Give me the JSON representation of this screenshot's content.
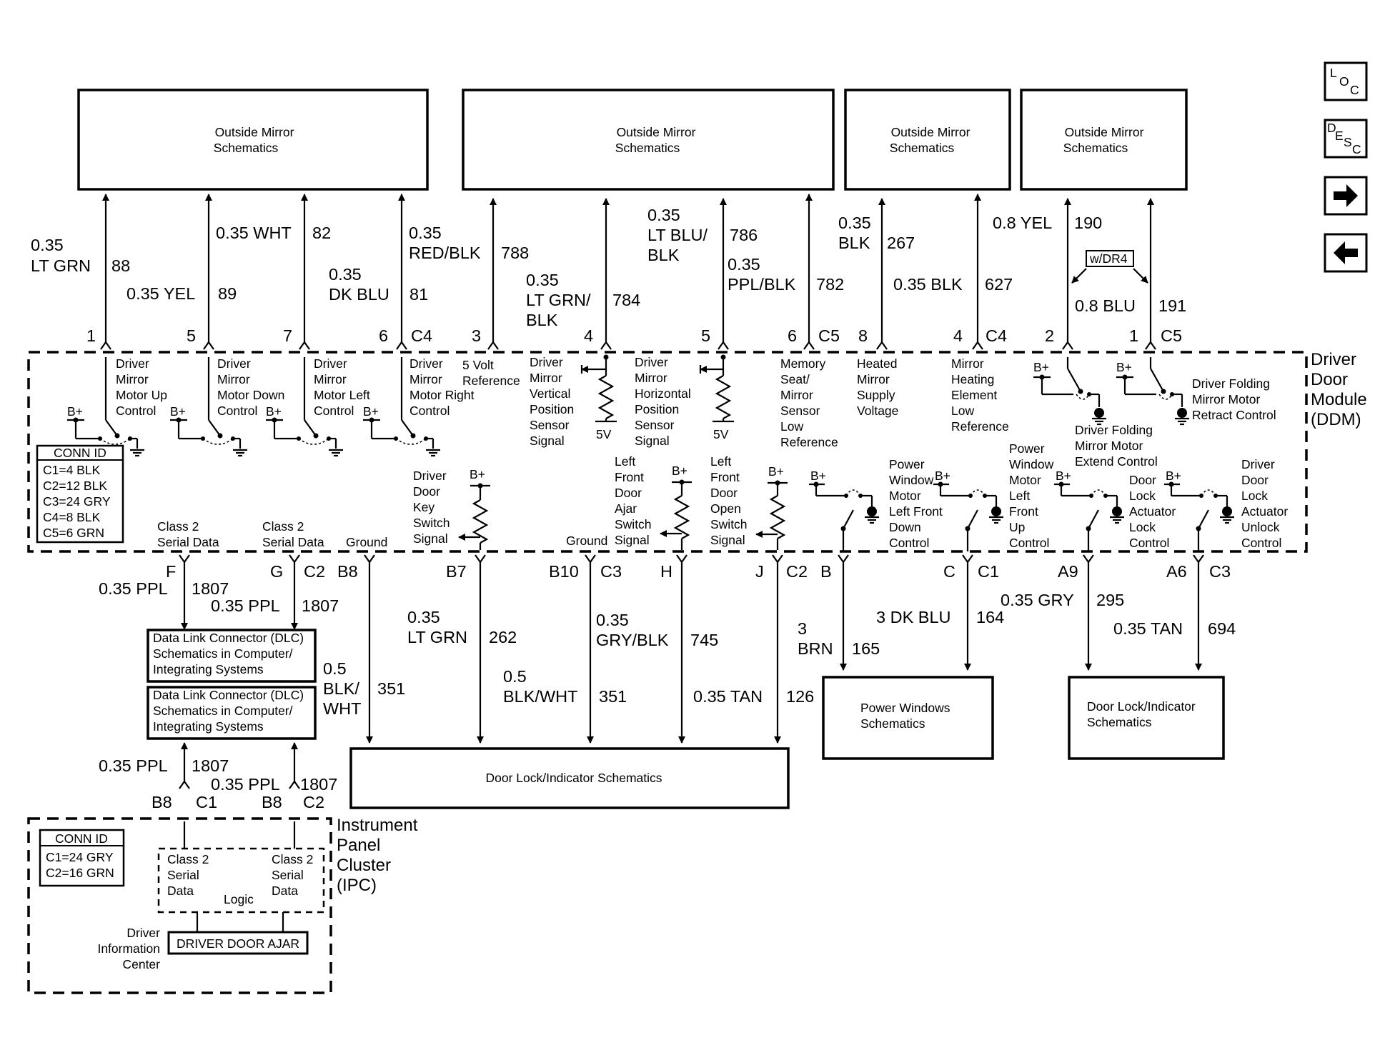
{
  "modules": {
    "ddm": [
      "Driver",
      "Door",
      "Module",
      "(DDM)"
    ],
    "ipc": [
      "Instrument",
      "Panel",
      "Cluster",
      "(IPC)"
    ]
  },
  "destinations": {
    "mirror": [
      "Outside Mirror",
      "Schematics"
    ],
    "dlc": [
      "Data Link Connector (DLC)",
      "Schematics in Computer/",
      "Integrating Systems"
    ],
    "door_lock_main": "Door Lock/Indicator Schematics",
    "power_windows": [
      "Power Windows",
      "Schematics"
    ],
    "door_lock_right": [
      "Door Lock/Indicator",
      "Schematics"
    ]
  },
  "nav": {
    "loc": [
      "L",
      "O",
      "C"
    ],
    "desc": [
      "D",
      "E",
      "S",
      "C"
    ]
  },
  "ddm_conn_id": {
    "title": "CONN ID",
    "rows": [
      "C1=4 BLK",
      "C2=12 BLK",
      "C3=24 GRY",
      "C4=8 BLK",
      "C5=6 GRN"
    ]
  },
  "ipc_conn_id": {
    "title": "CONN ID",
    "rows": [
      "C1=24 GRY",
      "C2=16 GRN"
    ]
  },
  "common": {
    "bplus": "B+",
    "ground": "Ground",
    "five_v": "5V",
    "wdr4": "w/DR4"
  },
  "top_pins": [
    {
      "num": "1",
      "color_size": [
        "0.35",
        "LT GRN"
      ],
      "circuit": "88",
      "function": [
        "Driver",
        "Mirror",
        "Motor Up",
        "Control"
      ]
    },
    {
      "num": "5",
      "color_size": [
        "0.35 YEL"
      ],
      "circuit": "89",
      "function": [
        "Driver",
        "Mirror",
        "Motor Down",
        "Control"
      ]
    },
    {
      "num": "7",
      "color_size": [
        "0.35 WHT"
      ],
      "circuit": "82",
      "function": [
        "Driver",
        "Mirror",
        "Motor Left",
        "Control"
      ]
    },
    {
      "num": "6",
      "conn": "C4",
      "color_size": [
        "0.35",
        "DK BLU"
      ],
      "circuit": "81",
      "function": [
        "Driver",
        "Mirror",
        "Motor Right",
        "Control"
      ]
    },
    {
      "num": "3",
      "color_size": [
        "0.35",
        "RED/BLK"
      ],
      "circuit": "788",
      "function": [
        "5 Volt",
        "Reference"
      ]
    },
    {
      "num": "4",
      "color_size": [
        "0.35",
        "LT GRN/",
        "BLK"
      ],
      "circuit": "784",
      "function": [
        "Driver",
        "Mirror",
        "Vertical",
        "Position",
        "Sensor",
        "Signal"
      ]
    },
    {
      "num": "5",
      "color_size": [
        "0.35",
        "LT BLU/",
        "BLK"
      ],
      "circuit": "786",
      "function": [
        "Driver",
        "Mirror",
        "Horizontal",
        "Position",
        "Sensor",
        "Signal"
      ]
    },
    {
      "num": "6",
      "conn": "C5",
      "color_size": [
        "0.35",
        "PPL/BLK"
      ],
      "circuit": "782",
      "function": [
        "Memory",
        "Seat/",
        "Mirror",
        "Sensor",
        "Low",
        "Reference"
      ]
    },
    {
      "num": "8",
      "color_size": [
        "0.35",
        "BLK"
      ],
      "circuit": "267",
      "function": [
        "Heated",
        "Mirror",
        "Supply",
        "Voltage"
      ]
    },
    {
      "num": "4",
      "conn": "C4",
      "color_size": [
        "0.35 BLK"
      ],
      "circuit": "627",
      "function": [
        "Mirror",
        "Heating",
        "Element",
        "Low",
        "Reference"
      ]
    },
    {
      "num": "2",
      "color_size": [
        "0.8 YEL"
      ],
      "circuit": "190",
      "function": [
        "Driver Folding",
        "Mirror Motor",
        "Extend Control"
      ]
    },
    {
      "num": "1",
      "conn": "C5",
      "color_size": [
        "0.8 BLU"
      ],
      "circuit": "191",
      "function": [
        "Driver Folding",
        "Mirror Motor",
        "Retract Control"
      ]
    }
  ],
  "bottom_pins": [
    {
      "num": "F",
      "color_size": [
        "0.35 PPL"
      ],
      "circuit": "1807",
      "function": [
        "Class 2",
        "Serial Data"
      ]
    },
    {
      "num": "G",
      "conn": "C2",
      "color_size": [
        "0.35 PPL"
      ],
      "circuit": "1807",
      "function": [
        "Class 2",
        "Serial Data"
      ]
    },
    {
      "num": "B8",
      "color_size": [
        "0.5",
        "BLK/",
        "WHT"
      ],
      "circuit": "351",
      "function": [
        "Ground"
      ]
    },
    {
      "num": "B7",
      "color_size": [
        "0.35",
        "LT GRN"
      ],
      "circuit": "262",
      "function": [
        "Driver",
        "Door",
        "Key",
        "Switch",
        "Signal"
      ]
    },
    {
      "num": "B10",
      "conn": "C3",
      "color_size": [
        "0.5",
        "BLK/WHT"
      ],
      "circuit": "351",
      "function": [
        "Ground"
      ]
    },
    {
      "num": "H",
      "color_size": [
        "0.35",
        "GRY/BLK"
      ],
      "circuit": "745",
      "function": [
        "Left",
        "Front",
        "Door",
        "Ajar",
        "Switch",
        "Signal"
      ]
    },
    {
      "num": "J",
      "conn": "C2",
      "color_size": [
        "0.35 TAN"
      ],
      "circuit": "126",
      "function": [
        "Left",
        "Front",
        "Door",
        "Open",
        "Switch",
        "Signal"
      ]
    },
    {
      "num": "B",
      "color_size": [
        "3",
        "BRN"
      ],
      "circuit": "165",
      "function": [
        "Power",
        "Window",
        "Motor",
        "Left Front",
        "Down",
        "Control"
      ]
    },
    {
      "num": "C",
      "conn": "C1",
      "color_size": [
        "3 DK BLU"
      ],
      "circuit": "164",
      "function": [
        "Power",
        "Window",
        "Motor",
        "Left",
        "Front",
        "Up",
        "Control"
      ]
    },
    {
      "num": "A9",
      "color_size": [
        "0.35 GRY"
      ],
      "circuit": "295",
      "function": [
        "Door",
        "Lock",
        "Actuator",
        "Lock",
        "Control"
      ]
    },
    {
      "num": "A6",
      "conn": "C3",
      "color_size": [
        "0.35 TAN"
      ],
      "circuit": "694",
      "function": [
        "Driver",
        "Door",
        "Lock",
        "Actuator",
        "Unlock",
        "Control"
      ]
    }
  ],
  "ipc_pins": [
    {
      "num": "B8",
      "conn": "C1",
      "color_size": [
        "0.35 PPL"
      ],
      "circuit": "1807",
      "function": [
        "Class 2",
        "Serial",
        "Data"
      ]
    },
    {
      "num": "B8",
      "conn": "C2",
      "color_size": [
        "0.35 PPL"
      ],
      "circuit": "1807",
      "function": [
        "Class 2",
        "Serial",
        "Data"
      ]
    }
  ],
  "ipc_internal": {
    "logic": "Logic",
    "dic_label": [
      "Driver",
      "Information",
      "Center"
    ],
    "dic_message": "DRIVER DOOR AJAR"
  }
}
